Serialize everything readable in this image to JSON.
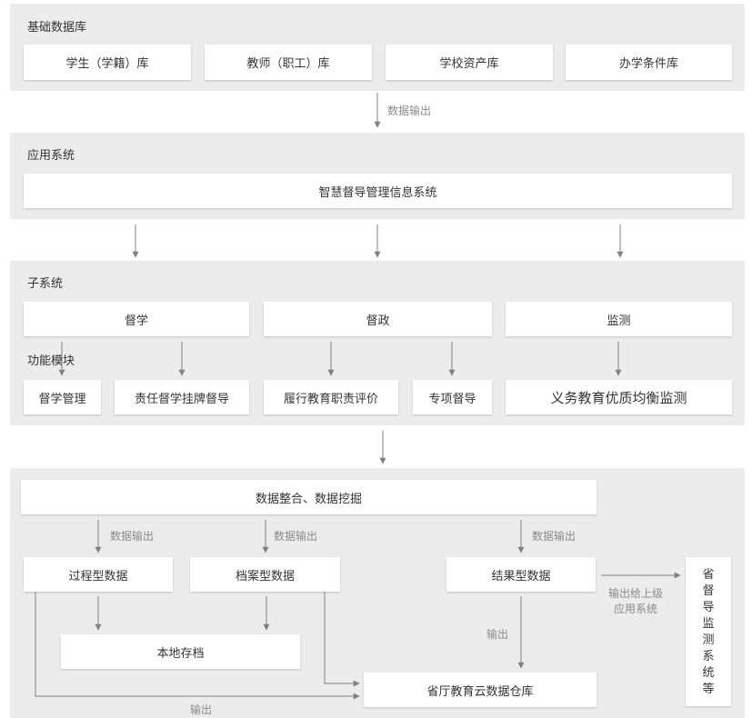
{
  "database": {
    "title": "基础数据库",
    "items": [
      "学生（学籍）库",
      "教师（职工）库",
      "学校资产库",
      "办学条件库"
    ]
  },
  "output1_label": "数据输出",
  "application": {
    "title": "应用系统",
    "system": "智慧督导管理信息系统"
  },
  "subsystem": {
    "title": "子系统",
    "categories": [
      "督学",
      "督政",
      "监测"
    ],
    "module_title": "功能模块",
    "modules": [
      "督学管理",
      "责任督学挂牌督导",
      "履行教育职责评价",
      "专项督导",
      "义务教育优质均衡监测"
    ]
  },
  "integration": {
    "top": "数据整合、数据挖掘",
    "output_labels": [
      "数据输出",
      "数据输出",
      "数据输出"
    ],
    "process_data": "过程型数据",
    "archive_data": "档案型数据",
    "result_data": "结果型数据",
    "local_archive": "本地存档",
    "warehouse": "省厅教育云数据仓库",
    "output_label": "输出",
    "bottom_output_label": "输出",
    "upper_output_label": "输出给上级\n应用系统",
    "provincial_system": "省督导监测系统等"
  },
  "colors": {
    "panel": "#ececec",
    "box": "#ffffff",
    "arrow": "#808080",
    "muted": "#8a8a8a"
  }
}
